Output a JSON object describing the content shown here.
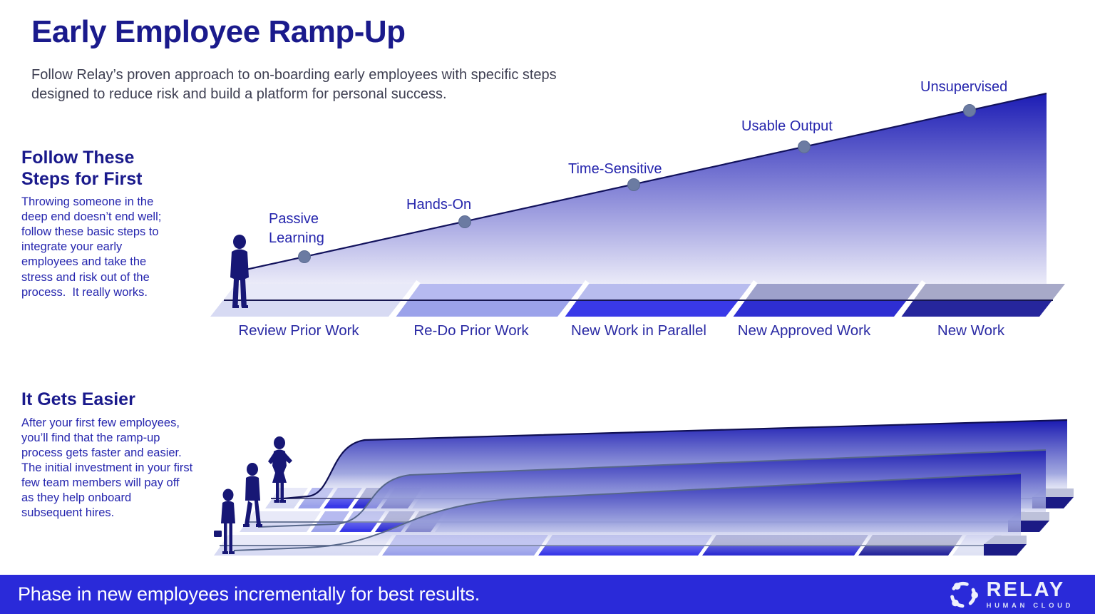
{
  "header": {
    "title": "Early Employee Ramp-Up",
    "subtitle": "Follow Relay’s proven approach to on-boarding early employees with specific steps designed to reduce risk and build a platform for personal success."
  },
  "left_sections": {
    "follow": {
      "heading": "Follow These Steps for First",
      "body": "Throwing someone in the deep end doesn’t end well; follow these basic steps to integrate your early employees and take the stress and risk out of the process.  It really works."
    },
    "easier": {
      "heading": "It Gets Easier",
      "body": "After your first few employees, you’ll find that the ramp-up process gets faster and easier.  The initial investment in your first few team members will pay off as they help onboard subsequent hires."
    }
  },
  "chart_data": {
    "type": "diagram",
    "title": "Employee ramp-up progression",
    "description": "A rising ramp with five milestone dots above five phased work steps; three smaller layered ramps below show onboarding getting faster for subsequent hires.",
    "milestones": [
      {
        "label": "Passive Learning",
        "order": 1
      },
      {
        "label": "Hands-On",
        "order": 2
      },
      {
        "label": "Time-Sensitive",
        "order": 3
      },
      {
        "label": "Usable Output",
        "order": 4
      },
      {
        "label": "Unsupervised",
        "order": 5
      }
    ],
    "steps": [
      {
        "label": "Review Prior Work"
      },
      {
        "label": "Re-Do Prior Work"
      },
      {
        "label": "New Work in Parallel"
      },
      {
        "label": "New Approved Work"
      },
      {
        "label": "New Work"
      }
    ],
    "bottom_ramp_count": 3
  },
  "footer": {
    "message": "Phase in new employees incrementally for best results.",
    "logo": {
      "name": "RELAY",
      "tagline": "HUMAN CLOUD"
    }
  },
  "colors": {
    "navy_heading": "#1a1a8c",
    "body_blue": "#2525ae",
    "subtitle_gray": "#3e3f52",
    "footer_bar": "#2a2ad9",
    "ramp_gradient_top": "#1a1ab4",
    "milestone_dot": "#6b7ba2",
    "step_front_colors": [
      "#d7daf3",
      "#9ba2ea",
      "#3939e8",
      "#2e2ed2",
      "#26269c"
    ],
    "step_top_colors": [
      "#e8e9f8",
      "#b6baf0",
      "#b8bcee",
      "#9ea1cb",
      "#a7a9c8"
    ]
  }
}
